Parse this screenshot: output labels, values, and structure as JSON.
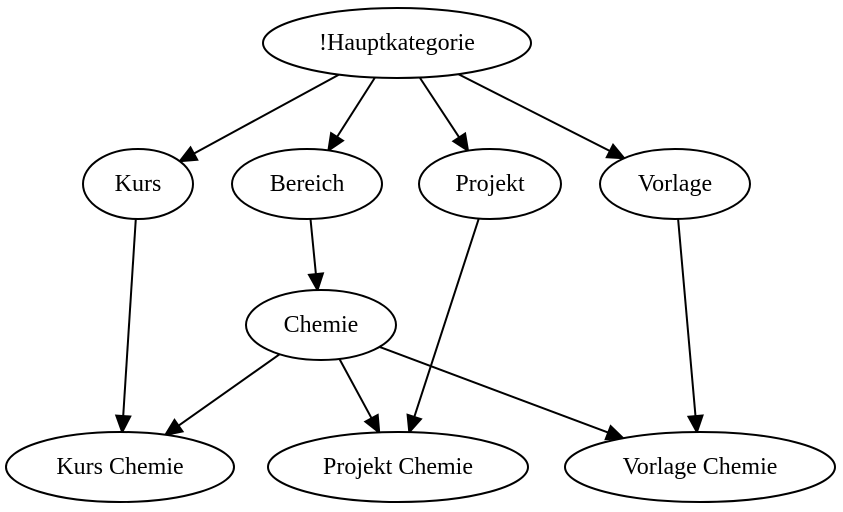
{
  "graph": {
    "type": "directed",
    "nodes": [
      {
        "id": "hauptkategorie",
        "label": "!Hauptkategorie"
      },
      {
        "id": "kurs",
        "label": "Kurs"
      },
      {
        "id": "bereich",
        "label": "Bereich"
      },
      {
        "id": "projekt",
        "label": "Projekt"
      },
      {
        "id": "vorlage",
        "label": "Vorlage"
      },
      {
        "id": "chemie",
        "label": "Chemie"
      },
      {
        "id": "kurs_chemie",
        "label": "Kurs Chemie"
      },
      {
        "id": "projekt_chemie",
        "label": "Projekt Chemie"
      },
      {
        "id": "vorlage_chemie",
        "label": "Vorlage Chemie"
      }
    ],
    "edges": [
      {
        "from": "hauptkategorie",
        "to": "kurs"
      },
      {
        "from": "hauptkategorie",
        "to": "bereich"
      },
      {
        "from": "hauptkategorie",
        "to": "projekt"
      },
      {
        "from": "hauptkategorie",
        "to": "vorlage"
      },
      {
        "from": "bereich",
        "to": "chemie"
      },
      {
        "from": "kurs",
        "to": "kurs_chemie"
      },
      {
        "from": "chemie",
        "to": "kurs_chemie"
      },
      {
        "from": "chemie",
        "to": "projekt_chemie"
      },
      {
        "from": "projekt",
        "to": "projekt_chemie"
      },
      {
        "from": "chemie",
        "to": "vorlage_chemie"
      },
      {
        "from": "vorlage",
        "to": "vorlage_chemie"
      }
    ],
    "colors": {
      "stroke": "#000000",
      "fill": "#ffffff",
      "background": "#ffffff"
    }
  }
}
